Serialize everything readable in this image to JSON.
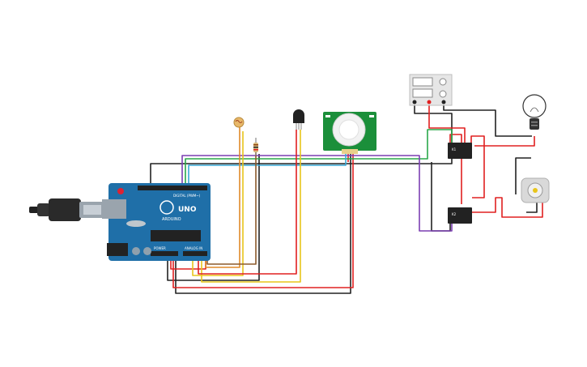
{
  "board": {
    "logo_text": "ARDUINO",
    "model_text": "UNO",
    "digital_header": "DIGITAL (PWM~)",
    "power_header": "POWER",
    "analog_header": "ANALOG IN"
  },
  "relays": {
    "top_label": "K1",
    "bottom_label": "K2"
  },
  "colors": {
    "board_blue": "#1f6fa8",
    "pir_green": "#1b8f3a",
    "wire_red": "#e02020",
    "wire_black": "#222222",
    "wire_green": "#2aa84a",
    "wire_purple": "#7b3fb2",
    "wire_cyan": "#38a9d6",
    "wire_yellow": "#e8c51a",
    "wire_orange": "#e08a2a",
    "wire_brown": "#8b5a2b"
  }
}
